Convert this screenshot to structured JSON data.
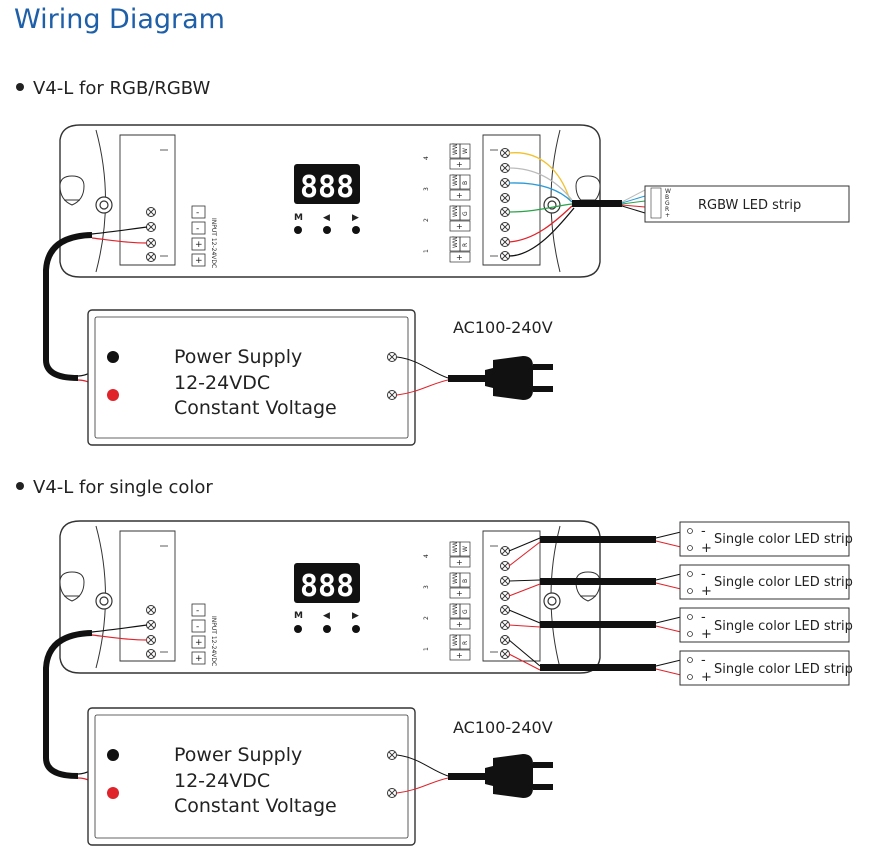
{
  "title": "Wiring Diagram",
  "sections": [
    {
      "heading": "V4-L for RGB/RGBW",
      "psu": {
        "line1": "Power Supply",
        "line2": "12-24VDC",
        "line3": "Constant Voltage"
      },
      "ac_label": "AC100-240V",
      "display": "888",
      "buttons": [
        "M",
        "◀",
        "▶"
      ],
      "input_label": "INPUT 12-24VDC",
      "channels": [
        {
          "num": "4",
          "label": "W"
        },
        {
          "num": "3",
          "label": "B"
        },
        {
          "num": "2",
          "label": "G"
        },
        {
          "num": "1",
          "label": "R"
        }
      ],
      "ww_label": "WW",
      "strip": {
        "label": "RGBW LED strip",
        "pins": [
          "W",
          "B",
          "G",
          "R",
          "+"
        ]
      }
    },
    {
      "heading": "V4-L for single color",
      "psu": {
        "line1": "Power Supply",
        "line2": "12-24VDC",
        "line3": "Constant Voltage"
      },
      "ac_label": "AC100-240V",
      "display": "888",
      "buttons": [
        "M",
        "◀",
        "▶"
      ],
      "input_label": "INPUT 12-24VDC",
      "channels": [
        {
          "num": "4",
          "label": "W"
        },
        {
          "num": "3",
          "label": "B"
        },
        {
          "num": "2",
          "label": "G"
        },
        {
          "num": "1",
          "label": "R"
        }
      ],
      "ww_label": "WW",
      "strips": [
        {
          "label": "Single color LED strip",
          "minus": "-",
          "plus": "+"
        },
        {
          "label": "Single color LED strip",
          "minus": "-",
          "plus": "+"
        },
        {
          "label": "Single color LED strip",
          "minus": "-",
          "plus": "+"
        },
        {
          "label": "Single color LED strip",
          "minus": "-",
          "plus": "+"
        }
      ]
    }
  ],
  "colors": {
    "title": "#1d5fa8",
    "wire_red": "#e0222a",
    "wire_black": "#111111",
    "wire_yellow": "#f2c12e",
    "wire_blue": "#2a9ad8",
    "wire_green": "#2aa24a",
    "wire_white": "#dddddd"
  }
}
